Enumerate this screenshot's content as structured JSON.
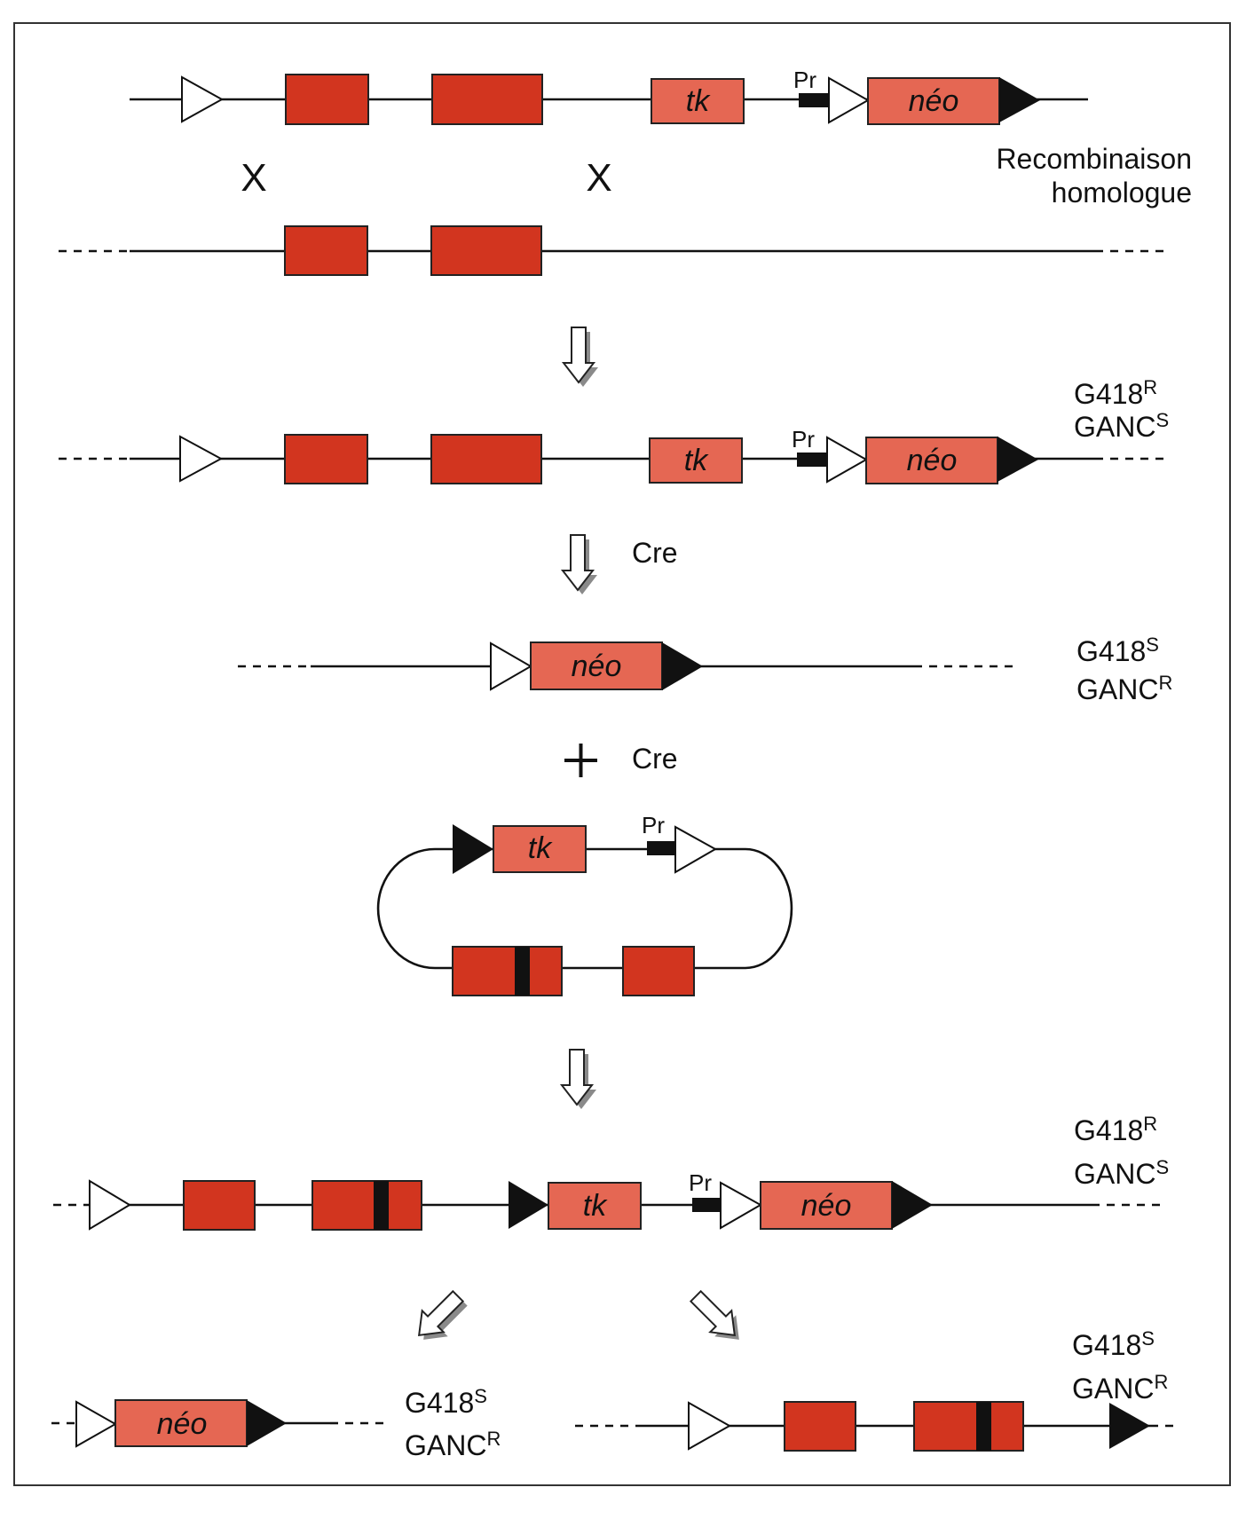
{
  "labels": {
    "tk": "tk",
    "neo": "néo",
    "promoter": "Pr",
    "crossover_mark": "X",
    "recombination_line1": "Recombinaison",
    "recombination_line2": "homologue",
    "cre": "Cre",
    "g418": "G418",
    "ganc": "GANC",
    "resistant": "R",
    "sensitive": "S"
  },
  "colors": {
    "exon": "#d2351f",
    "marker_gene": "#e56753",
    "lox_black": "#111111",
    "lox_white": "#ffffff"
  }
}
